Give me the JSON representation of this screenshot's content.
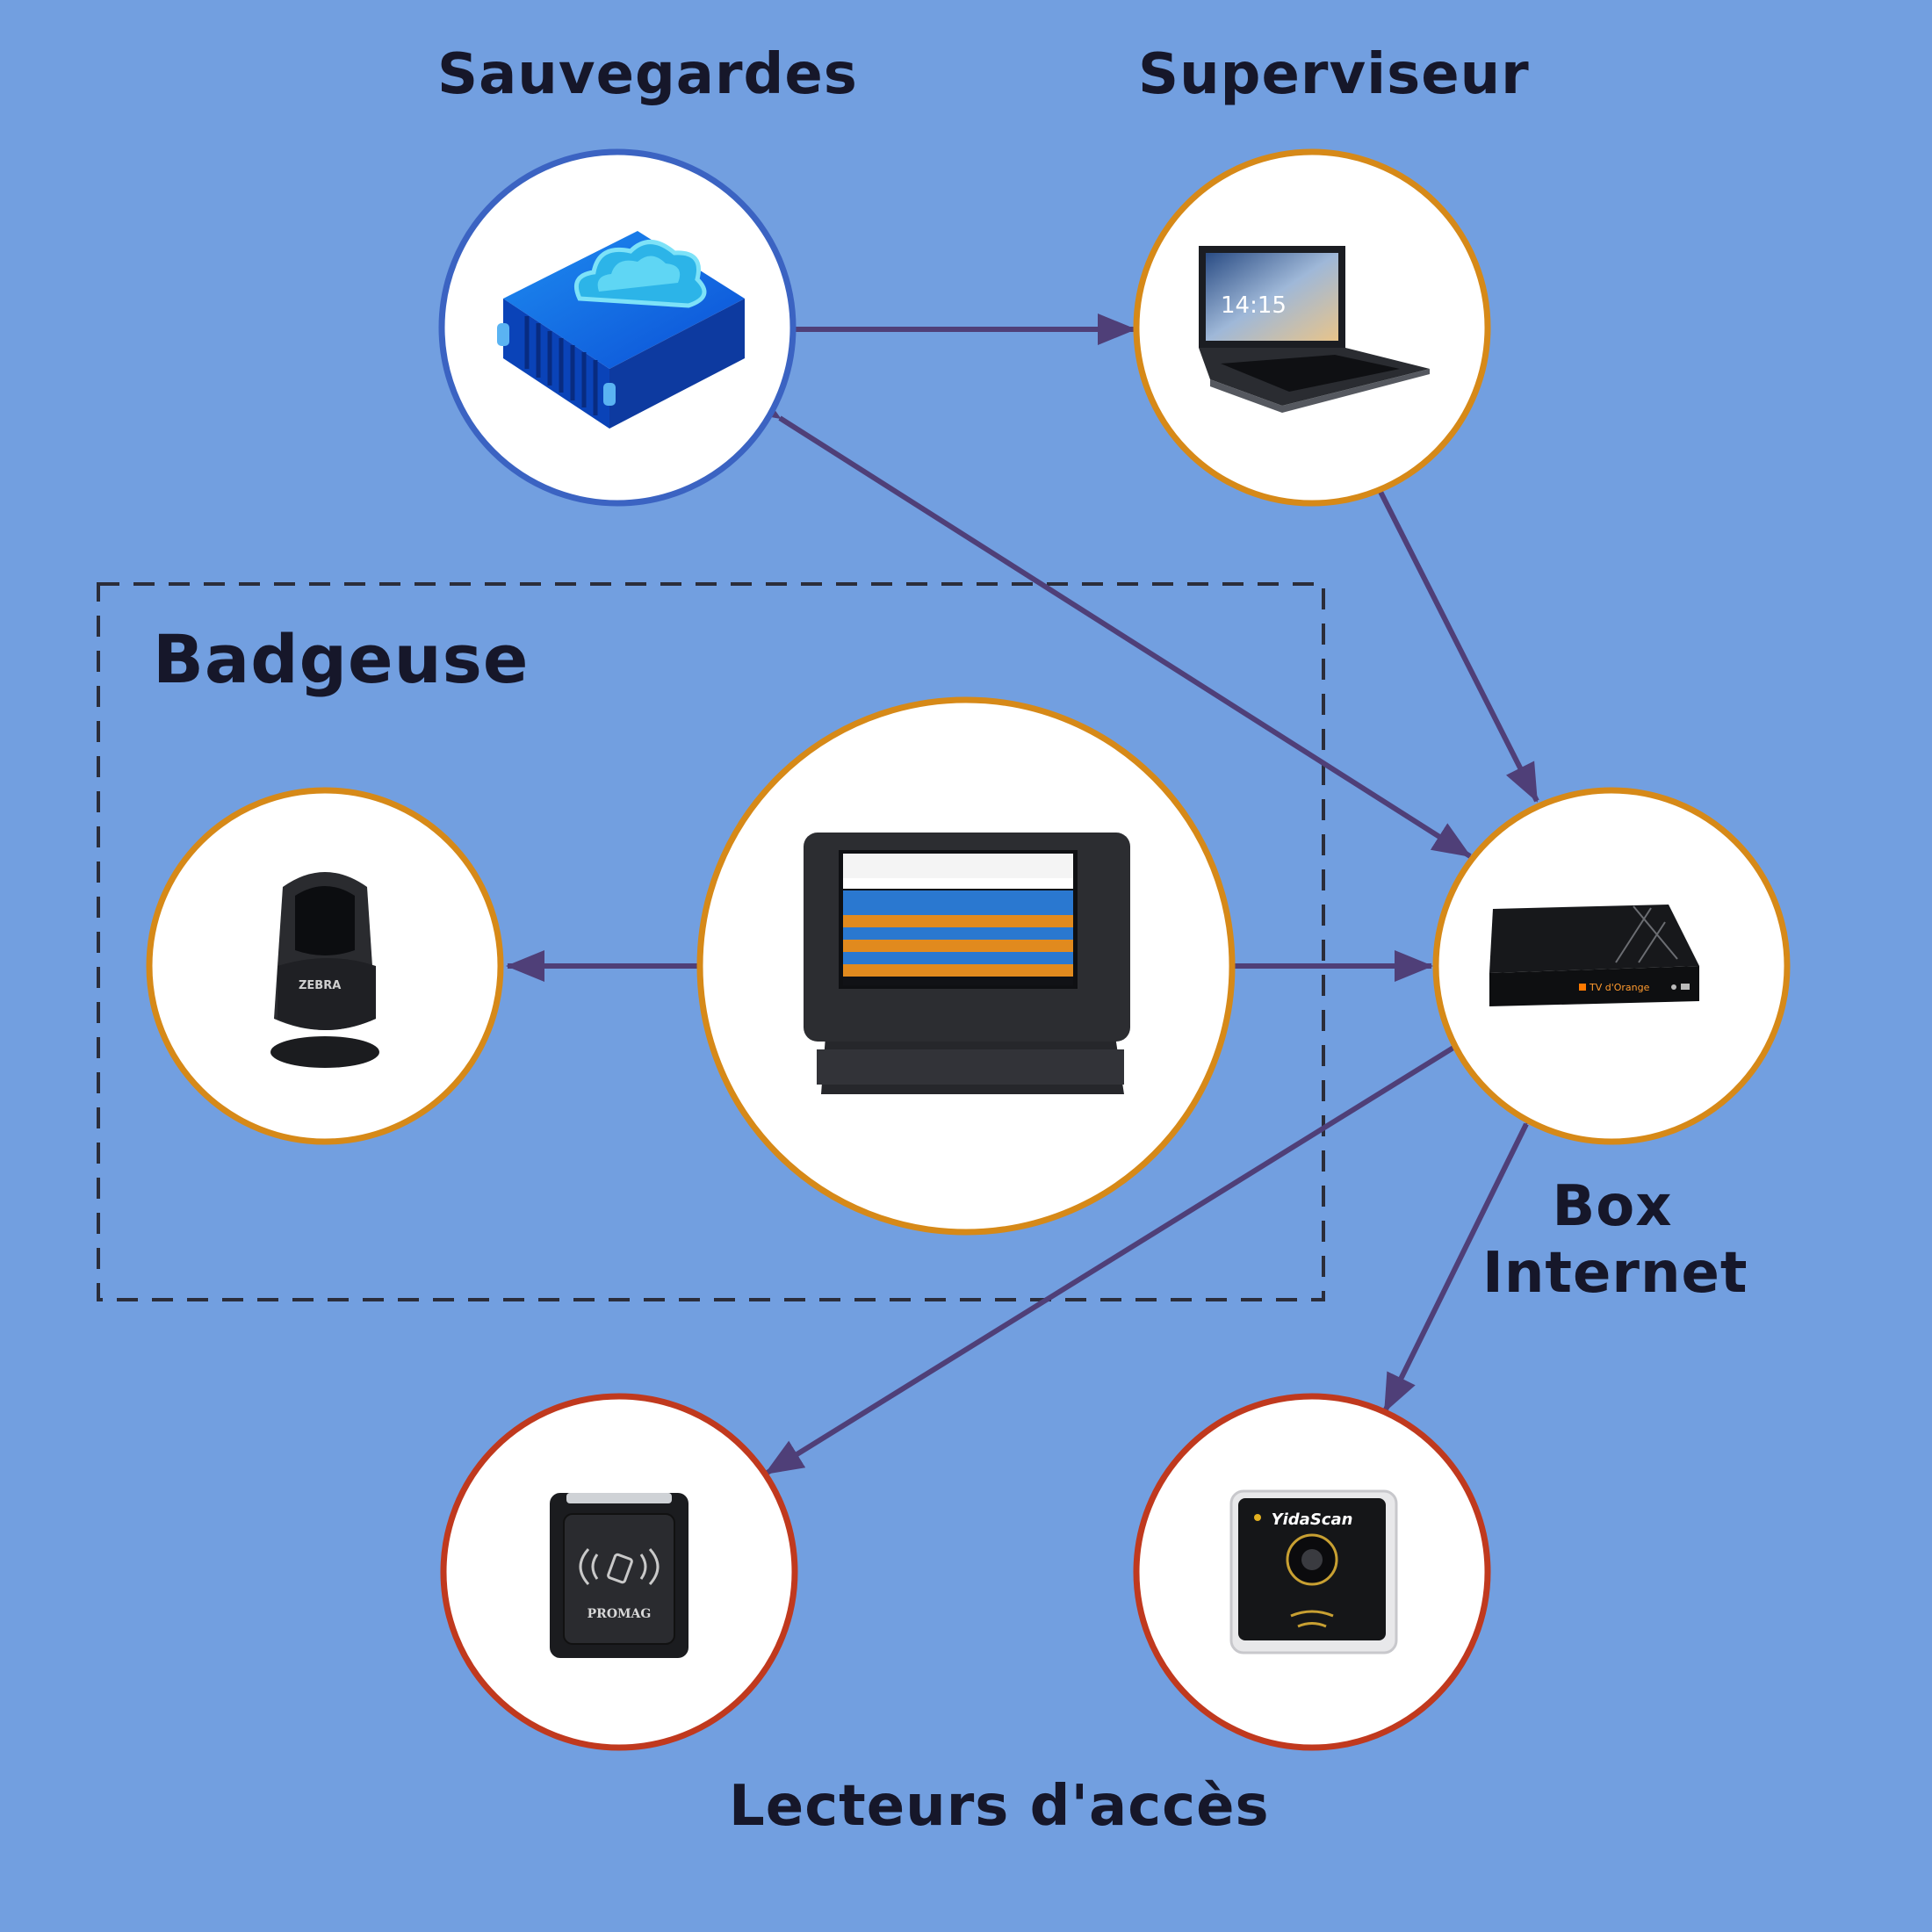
{
  "title_sauvegardes": "Sauvegardes",
  "title_superviseur": "Superviseur",
  "title_badgeuse": "Badgeuse",
  "title_box_line1": "Box",
  "title_box_line2": "Internet",
  "title_lecteurs": "Lecteurs d'accès",
  "colors": {
    "background": "#729fe0",
    "circle_fill": "#ffffff",
    "ring_blue": "#3b63c2",
    "ring_orange": "#d68918",
    "ring_red": "#c0391e",
    "arrow": "#4f3f78",
    "label": "#16172a",
    "dashed_box": "#2b2d3a"
  },
  "device_text": {
    "zebra_brand": "ZEBRA",
    "promag_brand": "PROMAG",
    "yidascan_brand": "YidaScan",
    "laptop_time": "14:15",
    "tv_brand": "TV d'Orange"
  }
}
